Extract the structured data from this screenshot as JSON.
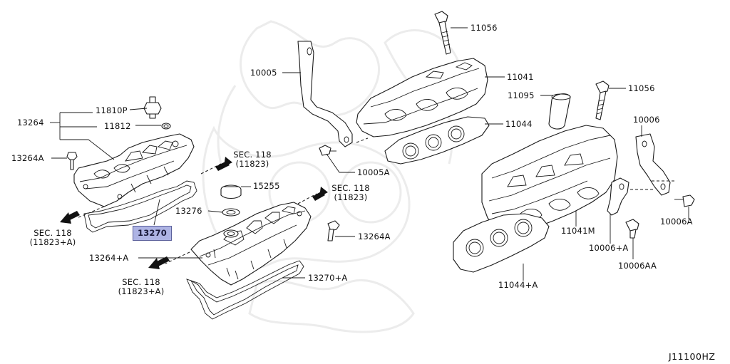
{
  "diagram": {
    "drawing_code": "J11100HZ",
    "labels": {
      "p11056_top": "11056",
      "p11041": "11041",
      "p10005": "10005",
      "p11095": "11095",
      "p11056_right": "11056",
      "p11044": "11044",
      "p10006": "10006",
      "p13264": "13264",
      "p11810p": "11810P",
      "p11812": "11812",
      "p13264a_left": "13264A",
      "p10005a": "10005A",
      "sec_rt_line1": "SEC. 118",
      "sec_rt_line2": "(11823)",
      "p15255": "15255",
      "sec_mid_line1": "SEC. 118",
      "sec_mid_line2": "(11823)",
      "p10006a": "10006A",
      "p13276": "13276",
      "sec_left_line1": "SEC. 118",
      "sec_left_line2": "(11823+A)",
      "p13270": "13270",
      "p13264a_mid": "13264A",
      "p11041m": "11041M",
      "p10006pa": "10006+A",
      "p13264pa": "13264+A",
      "p10006aa": "10006AA",
      "p13270pa": "13270+A",
      "sec_bot_line1": "SEC. 118",
      "sec_bot_line2": "(11823+A)",
      "p11044pa": "11044+A"
    },
    "highlight_color": "#aeb4e4"
  }
}
